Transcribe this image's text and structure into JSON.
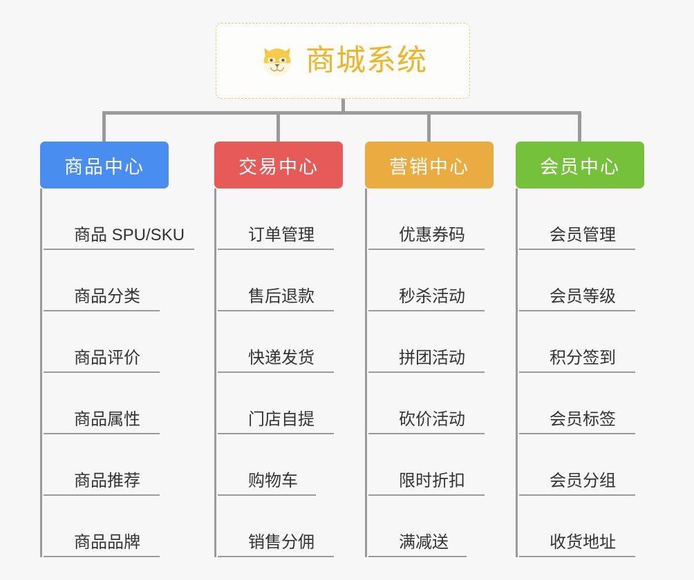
{
  "root": {
    "title": "商城系统",
    "icon": "shiba-dog-face-icon",
    "accent_color": "#f0b429",
    "border_color": "#eec77a"
  },
  "connector_color": "#9a9a9a",
  "columns": [
    {
      "category": "商品中心",
      "color": "#4a8df0",
      "items": [
        {
          "label": "商品 SPU/SKU",
          "width": "w-wide"
        },
        {
          "label": "商品分类",
          "width": "w-mid"
        },
        {
          "label": "商品评价",
          "width": "w-mid"
        },
        {
          "label": "商品属性",
          "width": "w-mid"
        },
        {
          "label": "商品推荐",
          "width": "w-mid"
        },
        {
          "label": "商品品牌",
          "width": "w-mid"
        }
      ]
    },
    {
      "category": "交易中心",
      "color": "#e65b58",
      "items": [
        {
          "label": "订单管理",
          "width": "w-mid"
        },
        {
          "label": "售后退款",
          "width": "w-mid"
        },
        {
          "label": "快递发货",
          "width": "w-mid"
        },
        {
          "label": "门店自提",
          "width": "w-mid"
        },
        {
          "label": "购物车",
          "width": "w-narrow"
        },
        {
          "label": "销售分佣",
          "width": "w-mid"
        }
      ]
    },
    {
      "category": "营销中心",
      "color": "#eaac41",
      "items": [
        {
          "label": "优惠券码",
          "width": "w-mid"
        },
        {
          "label": "秒杀活动",
          "width": "w-mid"
        },
        {
          "label": "拼团活动",
          "width": "w-mid"
        },
        {
          "label": "砍价活动",
          "width": "w-mid"
        },
        {
          "label": "限时折扣",
          "width": "w-mid"
        },
        {
          "label": "满减送",
          "width": "w-narrow"
        }
      ]
    },
    {
      "category": "会员中心",
      "color": "#76c13c",
      "items": [
        {
          "label": "会员管理",
          "width": "w-mid"
        },
        {
          "label": "会员等级",
          "width": "w-mid"
        },
        {
          "label": "积分签到",
          "width": "w-mid"
        },
        {
          "label": "会员标签",
          "width": "w-mid"
        },
        {
          "label": "会员分组",
          "width": "w-mid"
        },
        {
          "label": "收货地址",
          "width": "w-mid"
        }
      ]
    }
  ]
}
